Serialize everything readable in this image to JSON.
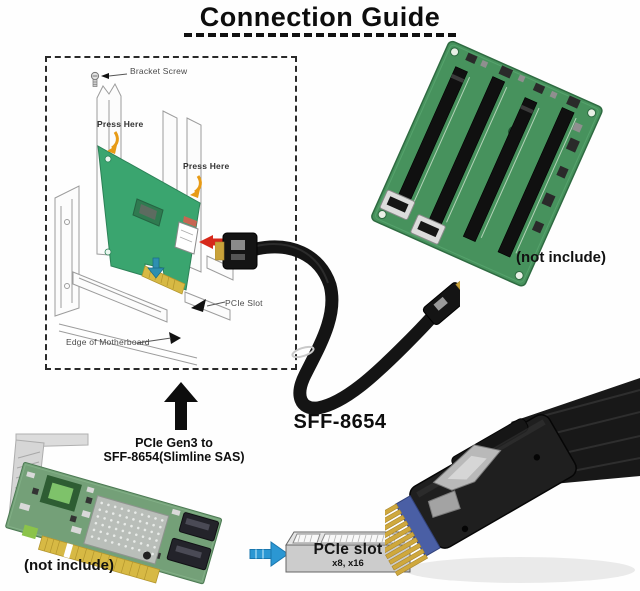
{
  "page": {
    "title": "Connection Guide"
  },
  "install_diagram": {
    "labels": {
      "bracket_screw": "Bracket Screw",
      "press_here_top": "Press Here",
      "press_here_side": "Press Here",
      "pcie_slot": "PCIe Slot",
      "edge_of_motherboard": "Edge of Motherboard"
    }
  },
  "backplane": {
    "caption": "(not include)"
  },
  "cable": {
    "label": "SFF-8654"
  },
  "adapter_card": {
    "caption_line1": "PCIe Gen3 to",
    "caption_line2": "SFF-8654(Slimline SAS)",
    "caption": "(not include)"
  },
  "pcie_slot_callout": {
    "label": "PCIe slot",
    "sublabel": "x8, x16"
  },
  "colors": {
    "pcb_green": "#3aa56f",
    "backplane_green": "#47925d",
    "slot_black": "#101010",
    "cable_black": "#141414",
    "gold": "#d2ab3c",
    "arrow_red": "#d6281a",
    "arrow_blue": "#2b97d3",
    "arrow_orange": "#e79b16"
  }
}
